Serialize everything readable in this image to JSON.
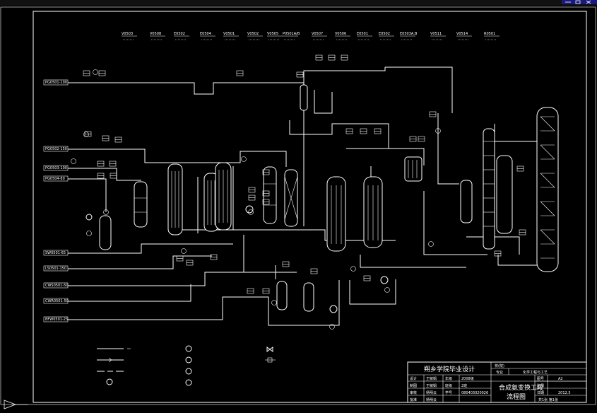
{
  "equipment_tags": [
    "V0503",
    "V0508",
    "E0502",
    "E0504",
    "V0501",
    "V0502",
    "V0505",
    "P0501A/B",
    "V0507",
    "V0506",
    "E0501",
    "E0502",
    "E0503A,B",
    "V0511",
    "V0514",
    "R0501"
  ],
  "inlet_streams": [
    "PG0501-100",
    "PG0502-150",
    "PG0503-100",
    "PG0504-80",
    "SW0501-65",
    "LS0501-150",
    "CWS0501-50",
    "CWR0501-50",
    "BFW0501-25"
  ],
  "legend": {
    "items": [
      "",
      "",
      "",
      "",
      "",
      "",
      "",
      ""
    ]
  },
  "title_block": {
    "school": "朔乡学院毕业设计",
    "drawing_title_1": "合成氨变换工段",
    "drawing_title_2": "流程图",
    "rows": [
      {
        "c1": "设计",
        "c2": "王敏娟",
        "c3": "年级",
        "c4": "2008级"
      },
      {
        "c1": "制图",
        "c2": "王敏娟",
        "c3": "班级",
        "c4": "2班"
      },
      {
        "c1": "审核",
        "c2": "杨明云",
        "c3": "学号",
        "c4": "080403020026"
      },
      {
        "c1": "批准",
        "c2": "杨明云",
        "c3": "",
        "c4": ""
      }
    ],
    "right": [
      {
        "k": "图号",
        "v": "A2"
      },
      {
        "k": "比例",
        "v": ""
      },
      {
        "k": "日期",
        "v": "2012.5"
      }
    ],
    "top_left": "校(院)",
    "major_label": "专业",
    "major_value": "化学工程与工艺",
    "sheet": "共1张  第1张"
  }
}
